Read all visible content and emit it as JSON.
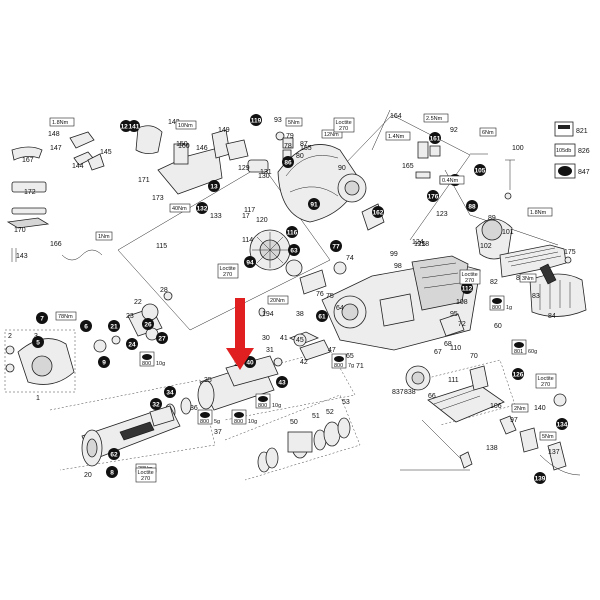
{
  "parts": [
    "1",
    "2",
    "3",
    "5",
    "6",
    "7",
    "8",
    "9",
    "13",
    "17",
    "20",
    "21",
    "22",
    "23",
    "24",
    "26",
    "27",
    "28",
    "29",
    "30",
    "31",
    "32",
    "34",
    "35",
    "36",
    "37",
    "38",
    "40",
    "41",
    "42",
    "43",
    "45",
    "47",
    "50",
    "51",
    "52",
    "53",
    "60",
    "61",
    "62",
    "63",
    "64",
    "65",
    "66",
    "67",
    "68",
    "70",
    "71",
    "72",
    "74",
    "75",
    "76",
    "77",
    "78",
    "79",
    "80",
    "82",
    "83",
    "84",
    "85",
    "86",
    "87",
    "88",
    "89",
    "90",
    "91",
    "92",
    "93",
    "94",
    "95",
    "96",
    "97",
    "98",
    "99",
    "100",
    "101",
    "102",
    "105",
    "106",
    "108",
    "110",
    "111",
    "112",
    "114",
    "115",
    "116",
    "117",
    "118",
    "119",
    "120",
    "121",
    "123",
    "124",
    "125",
    "126",
    "129",
    "130",
    "131",
    "132",
    "133",
    "134",
    "137",
    "138",
    "139",
    "140",
    "141",
    "142",
    "143",
    "144",
    "145",
    "146",
    "147",
    "148",
    "149",
    "150",
    "155",
    "160",
    "161",
    "162",
    "164",
    "165",
    "166",
    "167",
    "170",
    "171",
    "172",
    "173",
    "175",
    "176",
    "194",
    "837",
    "838"
  ],
  "badges": [
    "5",
    "6",
    "7",
    "8",
    "9",
    "13",
    "21",
    "24",
    "26",
    "27",
    "32",
    "34",
    "40",
    "43",
    "61",
    "62",
    "63",
    "77",
    "86",
    "88",
    "91",
    "94",
    "96",
    "105",
    "112",
    "116",
    "119",
    "121",
    "126",
    "132",
    "134",
    "139",
    "141",
    "161",
    "162",
    "176"
  ],
  "torques": [
    "1.8Nm",
    "10Nm",
    "5Nm",
    "12Nm",
    "2.5Nm",
    "1.4Nm",
    "6Nm",
    "0.4Nm",
    "1Nm",
    "40Nm",
    "3Nm",
    "20Nm",
    "78Nm",
    "28Nm",
    "2Nm",
    "5Nm",
    "1.8Nm"
  ],
  "loctite": [
    "Loctite\n270",
    "Loctite\n270",
    "Loctite\n270",
    "Loctite\n270",
    "Loctite\n270"
  ],
  "grease": [
    "800\n10g",
    "800\n5g",
    "800\n7g",
    "800\n10g",
    "800\n1g",
    "801\n60g",
    "800\n10g"
  ],
  "legend": {
    "item1_num": "821",
    "item2_text": "105db",
    "item2_num": "826",
    "item3_num": "847"
  },
  "arrow_color": "#e02020",
  "badge_color": "#111111"
}
